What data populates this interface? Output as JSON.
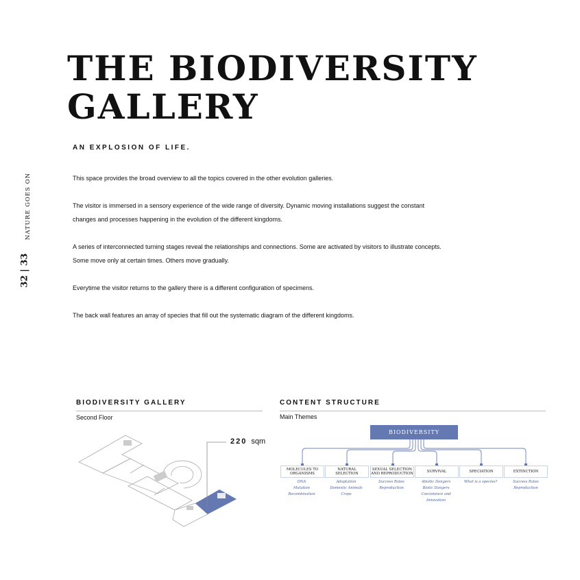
{
  "side": {
    "label": "NATURE GOES ON",
    "pages": "32 | 33"
  },
  "title_lines": [
    "THE BIODIVERSITY",
    "GALLERY"
  ],
  "subtitle": "AN EXPLOSION OF LIFE.",
  "paragraphs": [
    "This space provides the broad overview to all the topics covered in the other evolution galleries.",
    "The visitor is immersed in a sensory experience of the wide range of diversity. Dynamic moving installations suggest the constant changes and processes happening in the evolution of the different kingdoms.",
    "A series of interconnected turning stages reveal the relationships and connections. Some are activated by visitors to illustrate concepts. Some move only at certain times. Others move gradually.",
    "Everytime the visitor returns to the gallery there is a different configuration of specimens.",
    "The back wall features an array of species that fill out the systematic diagram of the different kingdoms."
  ],
  "gallery": {
    "heading": "BIODIVERSITY GALLERY",
    "sub": "Second Floor",
    "area_value": "220",
    "area_unit": "sqm"
  },
  "structure": {
    "heading": "CONTENT STRUCTURE",
    "sub": "Main Themes",
    "root": "BIODIVERSITY",
    "themes": [
      {
        "label": "MOLECULES TO ORGANISMS",
        "items": [
          "DNA",
          "Mutation",
          "Recombination"
        ]
      },
      {
        "label": "NATURAL SELECTION",
        "items": [
          "Adaptation",
          "Domestic Animals",
          "Crops"
        ]
      },
      {
        "label": "SEXUAL SELECTION AND REPRODUCTION",
        "items": [
          "Success Rates",
          "Reproduction"
        ]
      },
      {
        "label": "SURVIVAL",
        "items": [
          "Abiotic Dangers",
          "Biotic Dangers",
          "Coexistence and",
          "Innovation"
        ]
      },
      {
        "label": "SPECIATION",
        "items": [
          "What is a species?"
        ]
      },
      {
        "label": "EXTINCTION",
        "items": [
          "Success Rates",
          "Reproduction"
        ]
      }
    ]
  },
  "colors": {
    "accent": "#6479b2"
  }
}
